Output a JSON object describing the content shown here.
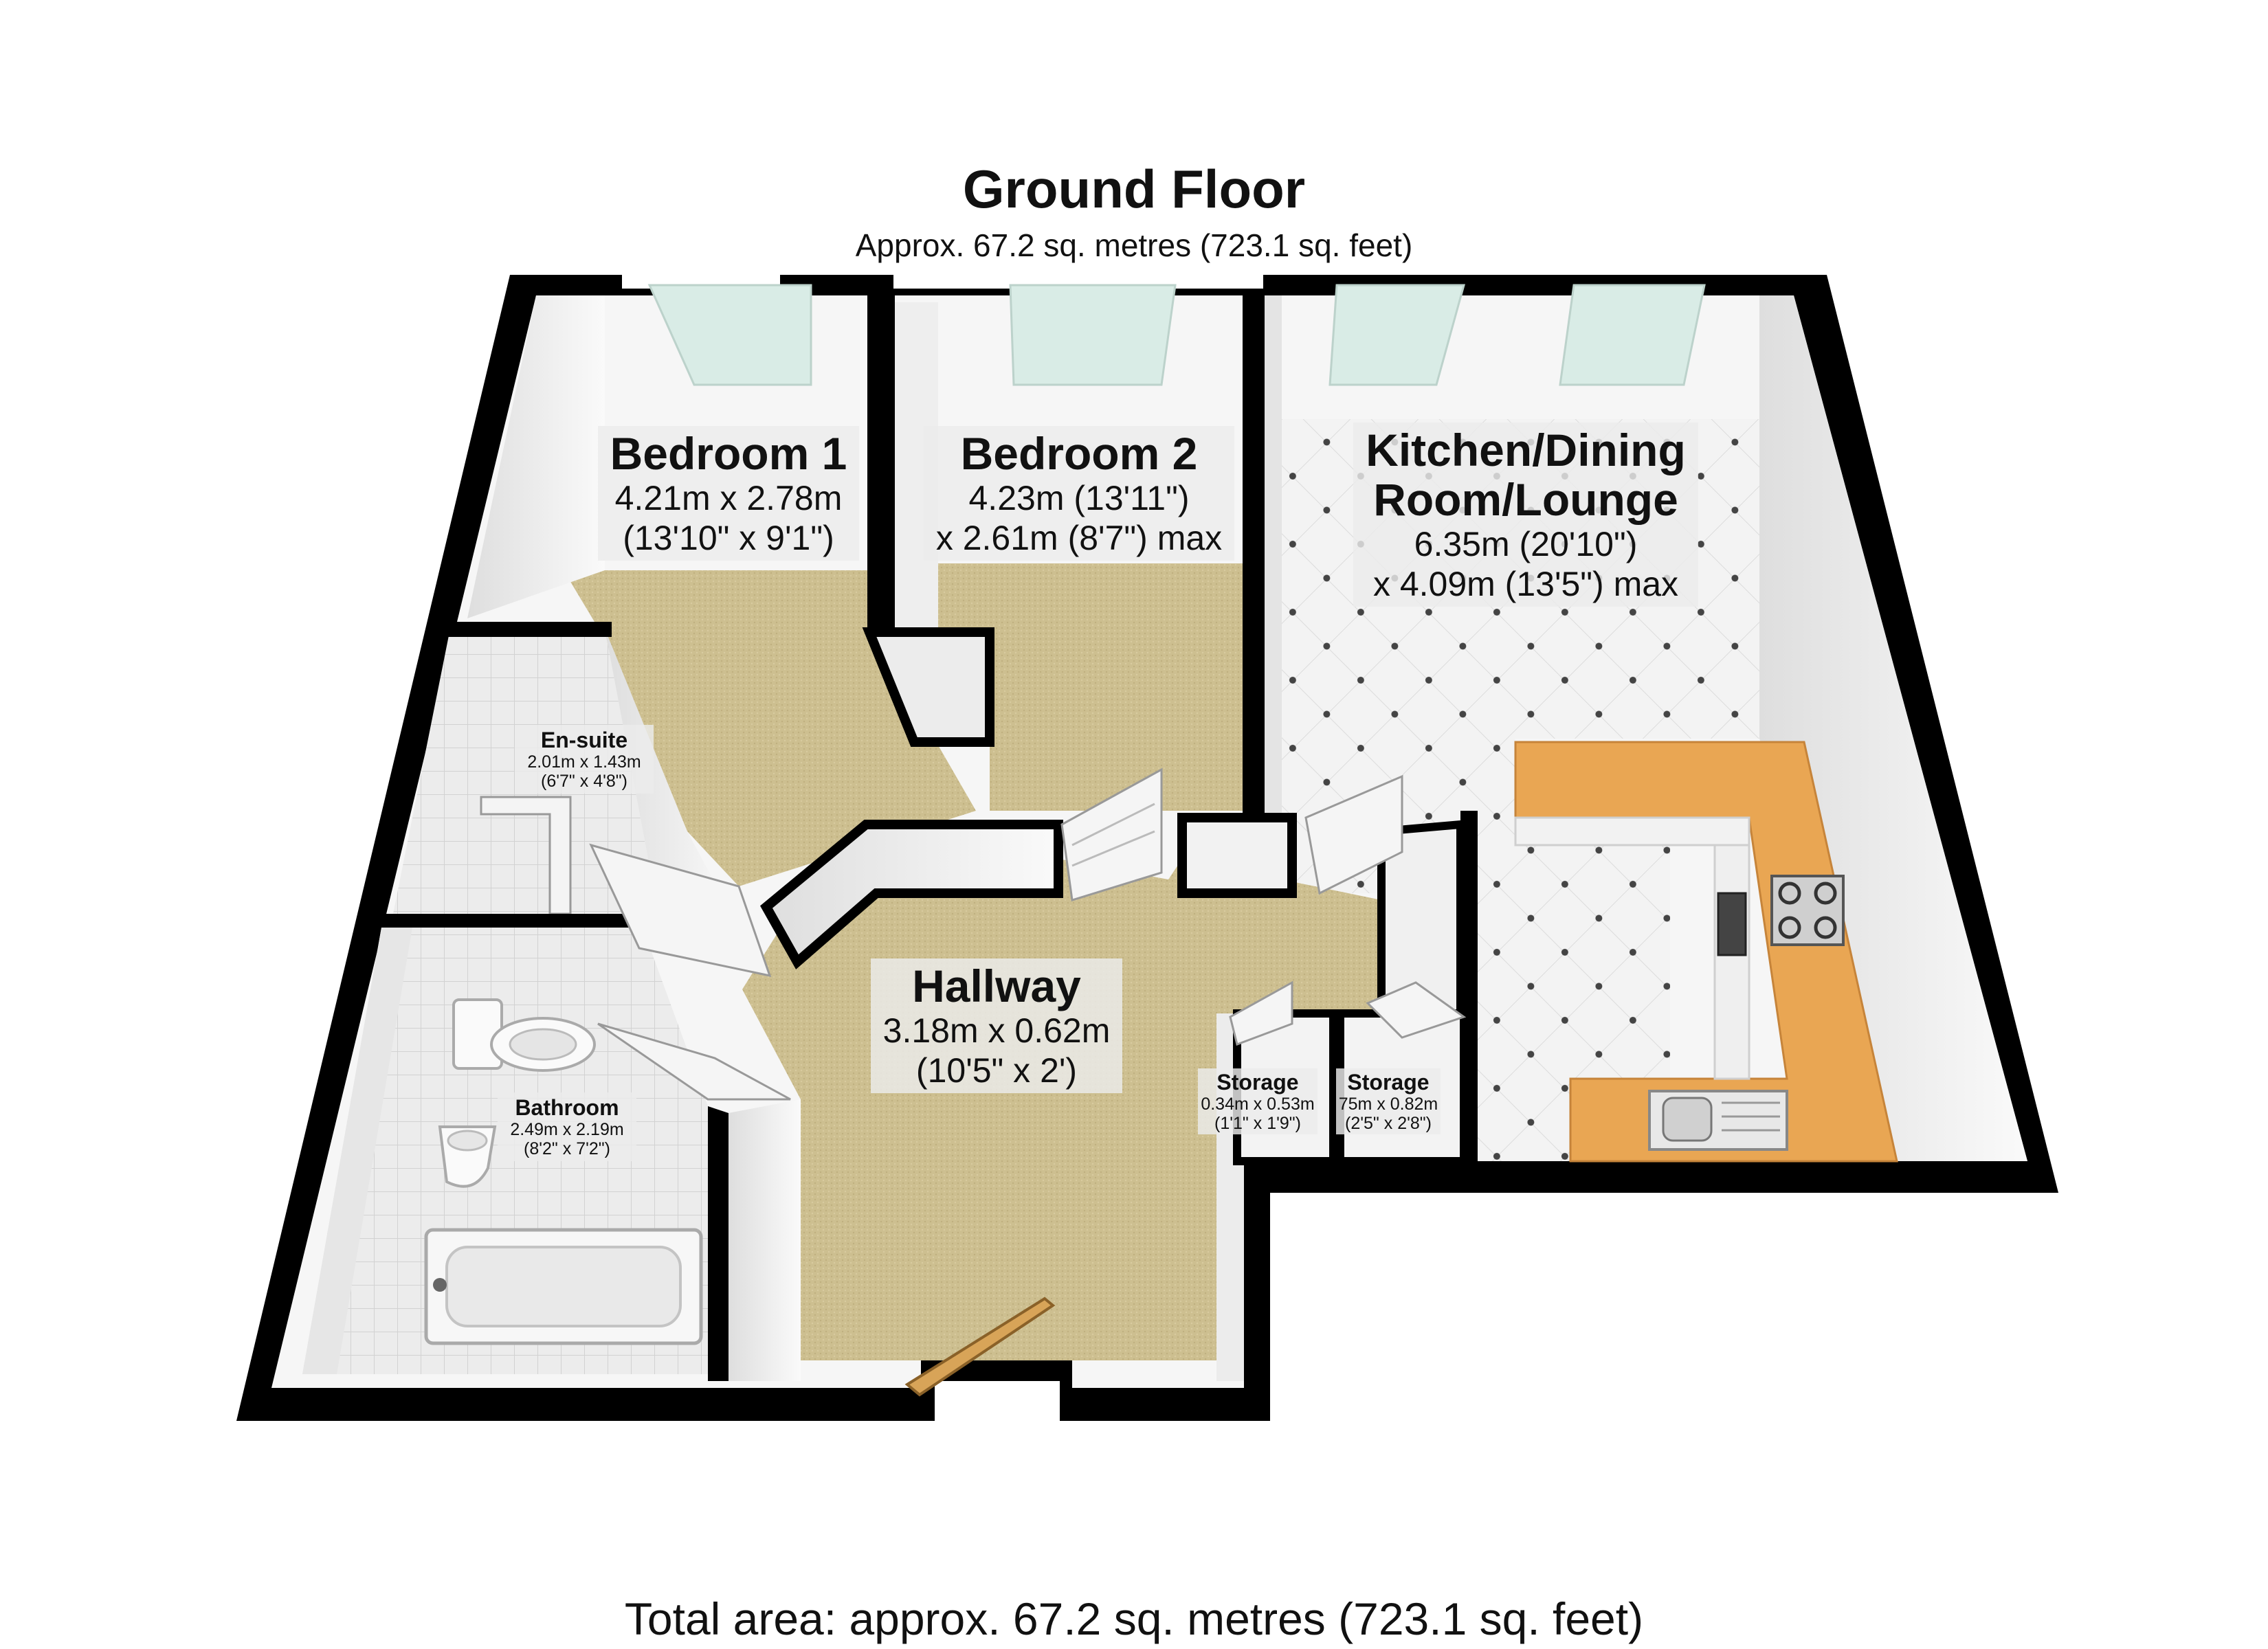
{
  "header": {
    "title": "Ground Floor",
    "subtitle": "Approx. 67.2 sq. metres (723.1 sq. feet)"
  },
  "rooms": {
    "bedroom1": {
      "name": "Bedroom 1",
      "dim1": "4.21m x 2.78m",
      "dim2": "(13'10\" x 9'1\")"
    },
    "bedroom2": {
      "name": "Bedroom 2",
      "dim1": "4.23m (13'11\")",
      "dim2": "x 2.61m (8'7\") max"
    },
    "kitchen": {
      "name1": "Kitchen/Dining",
      "name2": "Room/Lounge",
      "dim1": "6.35m (20'10\")",
      "dim2": "x 4.09m (13'5\") max"
    },
    "ensuite": {
      "name": "En-suite",
      "dim1": "2.01m x 1.43m",
      "dim2": "(6'7\" x 4'8\")"
    },
    "hallway": {
      "name": "Hallway",
      "dim1": "3.18m x 0.62m",
      "dim2": "(10'5\" x 2')"
    },
    "bathroom": {
      "name": "Bathroom",
      "dim1": "2.49m x 2.19m",
      "dim2": "(8'2\" x 7'2\")"
    },
    "storage1": {
      "name": "Storage",
      "dim1": "0.34m x 0.53m",
      "dim2": "(1'1\" x 1'9\")"
    },
    "storage2": {
      "name": "Storage",
      "dim1": "75m x 0.82m",
      "dim2": "(2'5\" x 2'8\")"
    }
  },
  "footer": {
    "total": "Total area: approx. 67.2 sq. metres (723.1 sq. feet)"
  },
  "colors": {
    "wall": "#000000",
    "wall_inner": "#f4f4f4",
    "carpet": "#cbbd8e",
    "tile_floor": "#f1f1f1",
    "bath_floor": "#e6e6e6",
    "worktop": "#e9a653",
    "window_glass": "#d9ece6"
  }
}
